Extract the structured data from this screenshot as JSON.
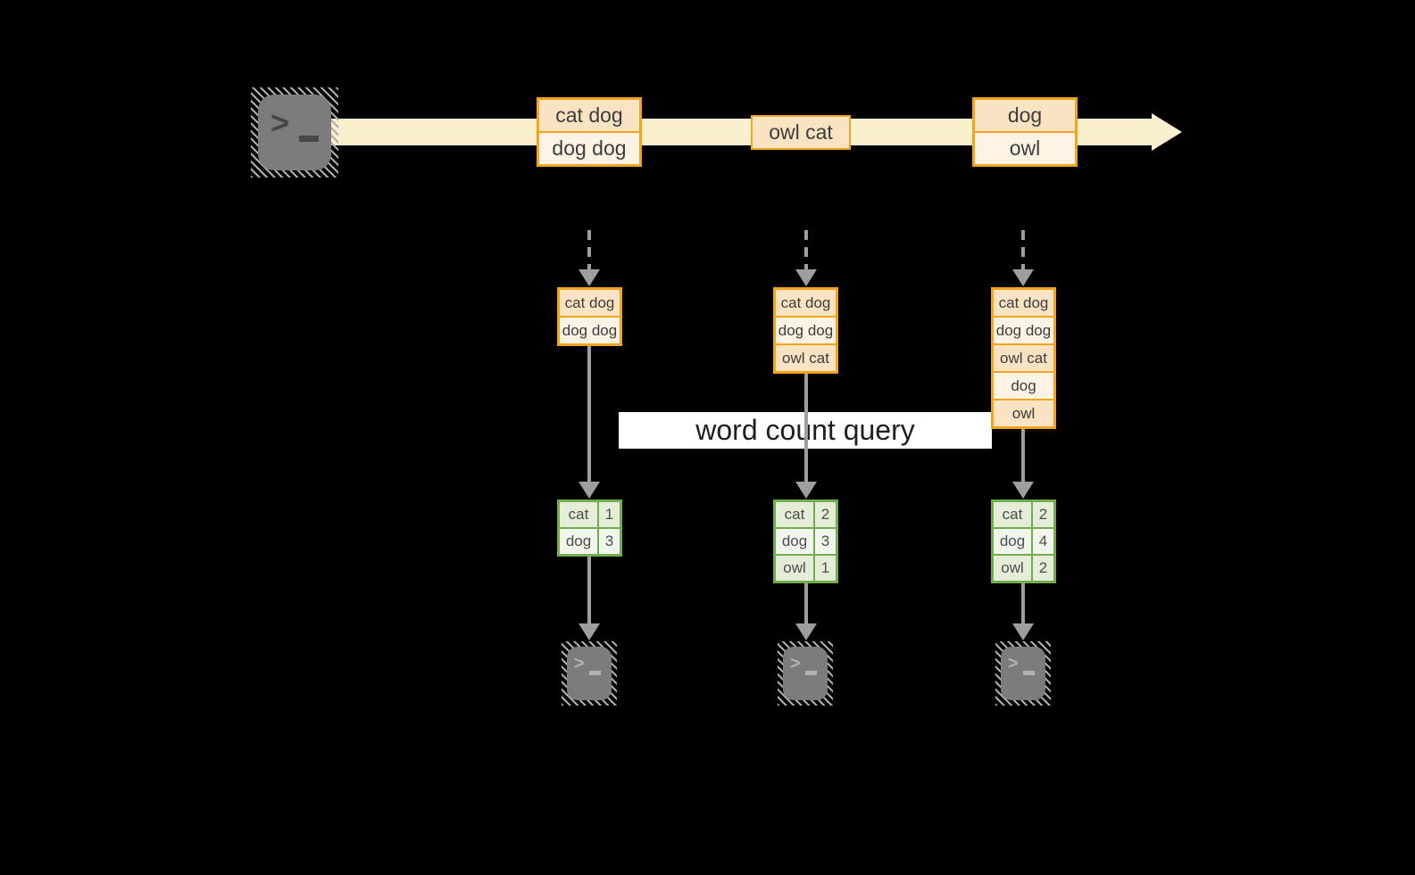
{
  "diagram": {
    "banner": "word count query",
    "terminal_glyph": ">",
    "stream_events": [
      {
        "rows": [
          "cat dog",
          "dog dog"
        ]
      },
      {
        "rows": [
          "owl cat"
        ]
      },
      {
        "rows": [
          "dog",
          "owl"
        ]
      }
    ],
    "workers": [
      {
        "buffer": [
          "cat dog",
          "dog dog"
        ],
        "counts": [
          [
            "cat",
            "1"
          ],
          [
            "dog",
            "3"
          ]
        ]
      },
      {
        "buffer": [
          "cat dog",
          "dog dog",
          "owl cat"
        ],
        "counts": [
          [
            "cat",
            "2"
          ],
          [
            "dog",
            "3"
          ],
          [
            "owl",
            "1"
          ]
        ]
      },
      {
        "buffer": [
          "cat dog",
          "dog dog",
          "owl cat",
          "dog",
          "owl"
        ],
        "counts": [
          [
            "cat",
            "2"
          ],
          [
            "dog",
            "4"
          ],
          [
            "owl",
            "2"
          ]
        ]
      }
    ]
  },
  "colors": {
    "background": "#000000",
    "stream_fill": "#FAF0CD",
    "event_border": "#F2A41C",
    "event_fill_dark": "#FAE3C2",
    "event_fill_light": "#FDF3E4",
    "arrow_gray": "#9E9E9E",
    "table_border": "#73AC4D",
    "table_fill_dark": "#E3EDD8",
    "table_fill_light": "#F1F6EC",
    "banner_bg": "#FFFFFF",
    "terminal_fill": "#7C7C7C"
  }
}
